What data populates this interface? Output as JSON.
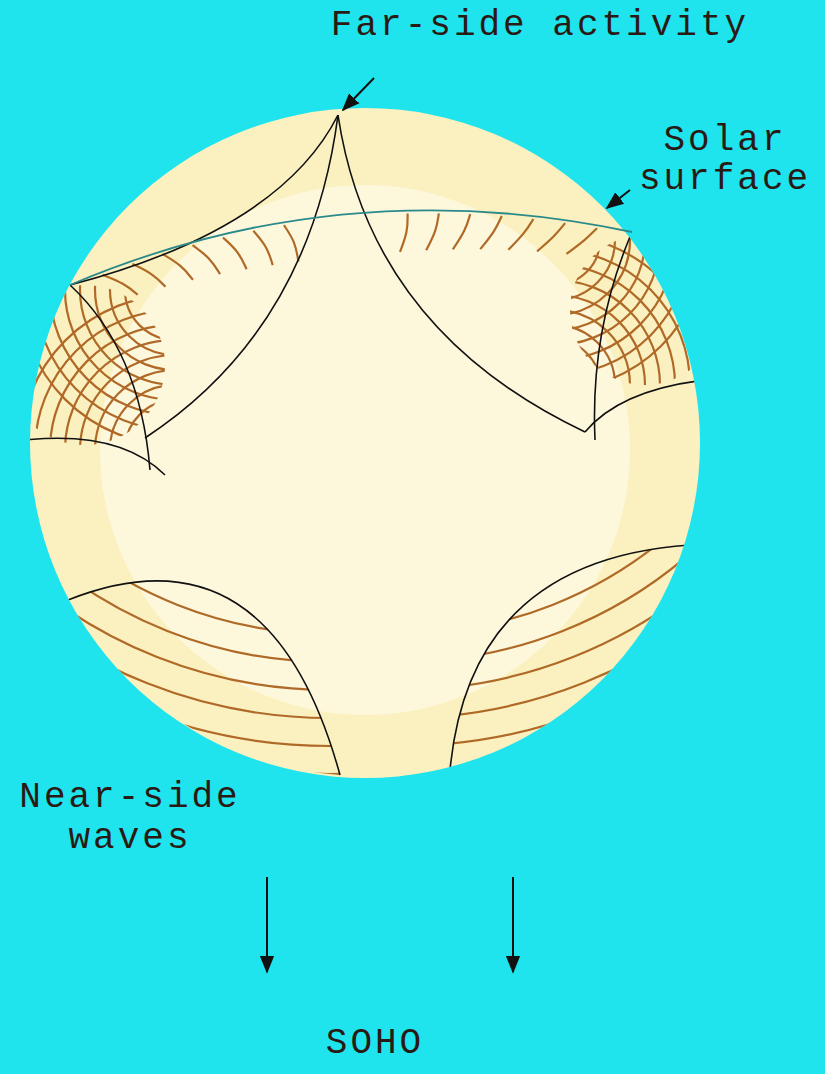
{
  "diagram": {
    "labels": [
      "Far-side activity",
      "Solar surface",
      "Near-side waves",
      "SOHO"
    ]
  }
}
